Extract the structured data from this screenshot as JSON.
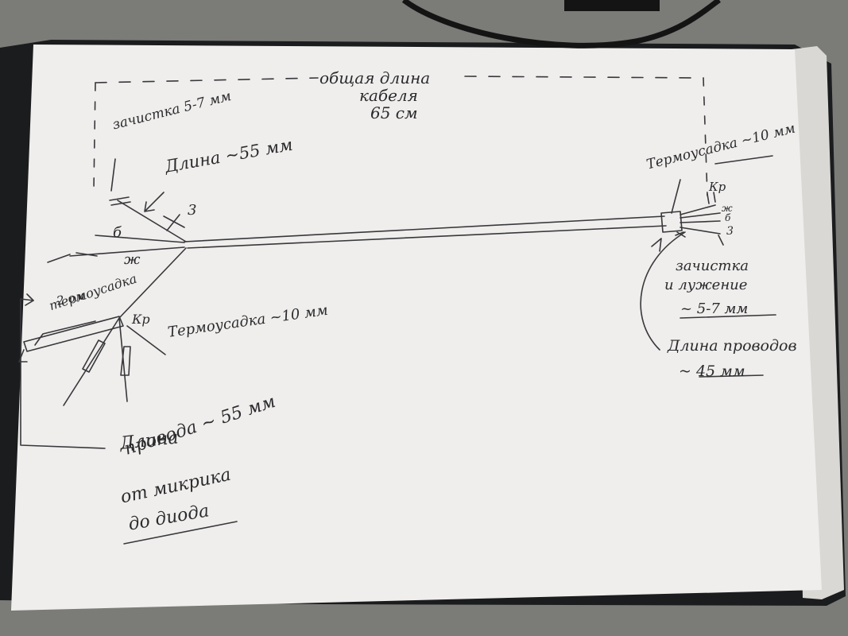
{
  "sketch": {
    "total_length": {
      "line1": "общая длина",
      "line2": "кабеля",
      "line3": "65 см"
    },
    "left_end": {
      "strip_label": "зачистка 5-7 мм",
      "length_label": "Длина ~55 мм",
      "wires": {
        "w_white": "б",
        "w_yellow": "ж",
        "w_ground": "3",
        "w_red": "Кр"
      },
      "resistor_label": "2 ом",
      "heatshrink_inner": "термоусадка",
      "heatshrink_label": "Термоусадка ~10 мм",
      "note": {
        "line1": "Длина",
        "line2": "провода ~ 55 мм",
        "line3": "от микрика",
        "line4": "до диода"
      }
    },
    "right_end": {
      "heatshrink_label": "Термоусадка ~10 мм",
      "wires": {
        "w_red": "Кр",
        "w_yellow": "ж",
        "w_white": "б",
        "w_ground": "3"
      },
      "strip_label": {
        "line1": "зачистка",
        "line2": "и лужение",
        "line3": "~ 5-7 мм"
      },
      "length_label": {
        "line1": "Длина проводов",
        "line2": "~ 45 мм"
      }
    }
  },
  "colors": {
    "table": "#7b7b78",
    "paper": "#efeeec",
    "ink": "#2b2b2e",
    "cable": "#1c1c1c"
  }
}
